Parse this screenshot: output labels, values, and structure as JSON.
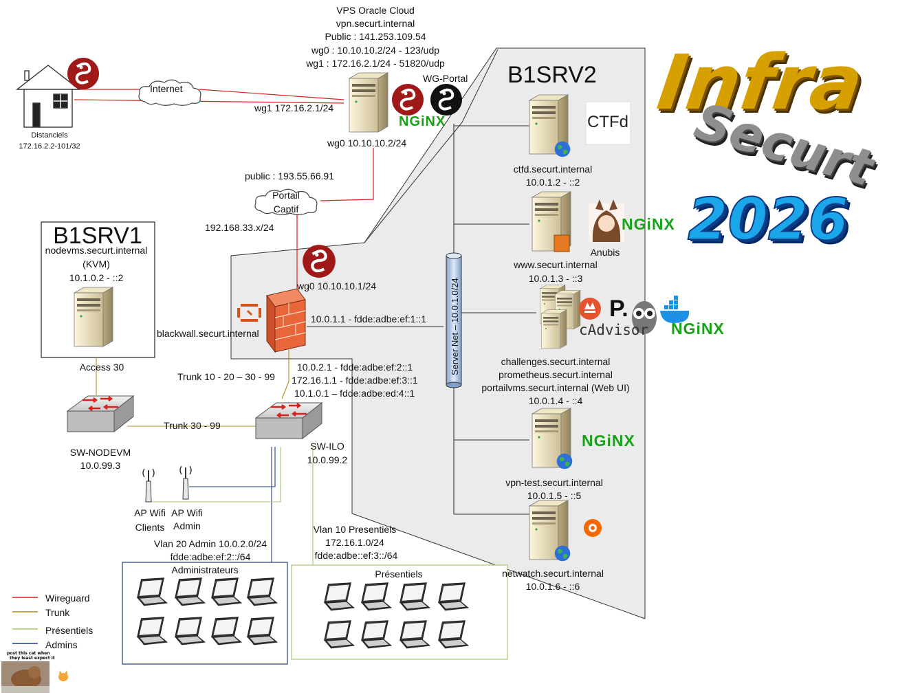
{
  "vps": {
    "title": "VPS Oracle Cloud",
    "fqdn": "vpn.securt.internal",
    "public": "Public : 141.253.109.54",
    "wg0": "wg0 : 10.10.10.2/24 - 123/udp",
    "wg1": "wg1 : 172.16.2.1/24 - 51820/udp",
    "wg_portal": "WG-Portal",
    "wg1_link": "wg1 172.16.2.1/24",
    "wg0_link": "wg0 10.10.10.2/24"
  },
  "internet": "Internet",
  "home": {
    "label": "Distanciels",
    "ip": "172.16.2.2-101/32"
  },
  "portail": {
    "public": "public :  193.55.66.91",
    "line1": "Portail",
    "line2": "Captif",
    "lan": "192.168.33.x/24"
  },
  "b1srv1": {
    "title": "B1SRV1",
    "fqdn": "nodevms.securt.internal",
    "kvm": "(KVM)",
    "ip": "10.1.0.2 - ::2",
    "access": "Access 30"
  },
  "blackwall": {
    "label": "blackwall.securt.internal",
    "wg0": "wg0 10.10.10.1/24",
    "server_if": "10.0.1.1 - fdde:adbe:ef:1::1",
    "if1": "10.0.2.1 - fdde:adbe:ef:2::1",
    "if2": "172.16.1.1 - fdde:adbe:ef:3::1",
    "if3": "10.1.0.1 – fdde:adbe:ed:4::1"
  },
  "trunk_top": "Trunk 10 - 20 – 30 - 99",
  "trunk_mid": "Trunk 30 - 99",
  "sw_nodevm": {
    "name": "SW-NODEVM",
    "ip": "10.0.99.3"
  },
  "sw_ilo": {
    "name": "SW-ILO",
    "ip": "10.0.99.2"
  },
  "ap_clients": {
    "l1": "AP Wifi",
    "l2": "Clients"
  },
  "ap_admin": {
    "l1": "AP Wifi",
    "l2": "Admin"
  },
  "vlan20": {
    "l1": "Vlan 20 Admin 10.0.2.0/24",
    "l2": "fdde:adbe:ef:2::/64",
    "box": "Administrateurs"
  },
  "vlan10": {
    "l1": "Vlan 10 Presentiels",
    "l2": "172.16.1.0/24",
    "l3": "fdde:adbe::ef:3::/64",
    "box": "Présentiels"
  },
  "b1srv2": {
    "title": "B1SRV2",
    "server_net": "Server Net – 10.0.1.0/24",
    "ctfd": {
      "fqdn": "ctfd.securt.internal",
      "ip": "10.0.1.2 - ::2",
      "logo": "CTFd"
    },
    "www": {
      "fqdn": "www.securt.internal",
      "ip": "10.0.1.3 - ::3",
      "anubis": "Anubis"
    },
    "challenges": {
      "l1": "challenges.securt.internal",
      "l2": "prometheus.securt.internal",
      "l3": "portailvms.securt.internal (Web UI)",
      "ip": "10.0.1.4 - ::4",
      "cadvisor": "cAdvisor",
      "p_logo": "P."
    },
    "vpntest": {
      "fqdn": "vpn-test.securt.internal",
      "ip": "10.0.1.5 - ::5"
    },
    "netwatch": {
      "fqdn": "netwatch.securt.internal",
      "ip": "10.0.1.6 - ::6"
    }
  },
  "nginx_label": "NGiNX",
  "title_art": {
    "w1": "Infra",
    "w2": "Securt",
    "w3": "2026"
  },
  "legend": [
    {
      "label": "Wireguard",
      "color": "#e02020"
    },
    {
      "label": "Trunk",
      "color": "#b08a1e"
    },
    {
      "label": "Présentiels",
      "color": "#a8c86a"
    },
    {
      "label": "Admins",
      "color": "#1f3f7a"
    }
  ],
  "meme": {
    "l1": "post this cat when",
    "l2": "they least expect it"
  },
  "colors": {
    "wireguard": "#e02020",
    "trunk": "#b08a1e",
    "presentiels": "#a8c86a",
    "admins": "#1f3f7a",
    "nginx": "#16a316"
  }
}
